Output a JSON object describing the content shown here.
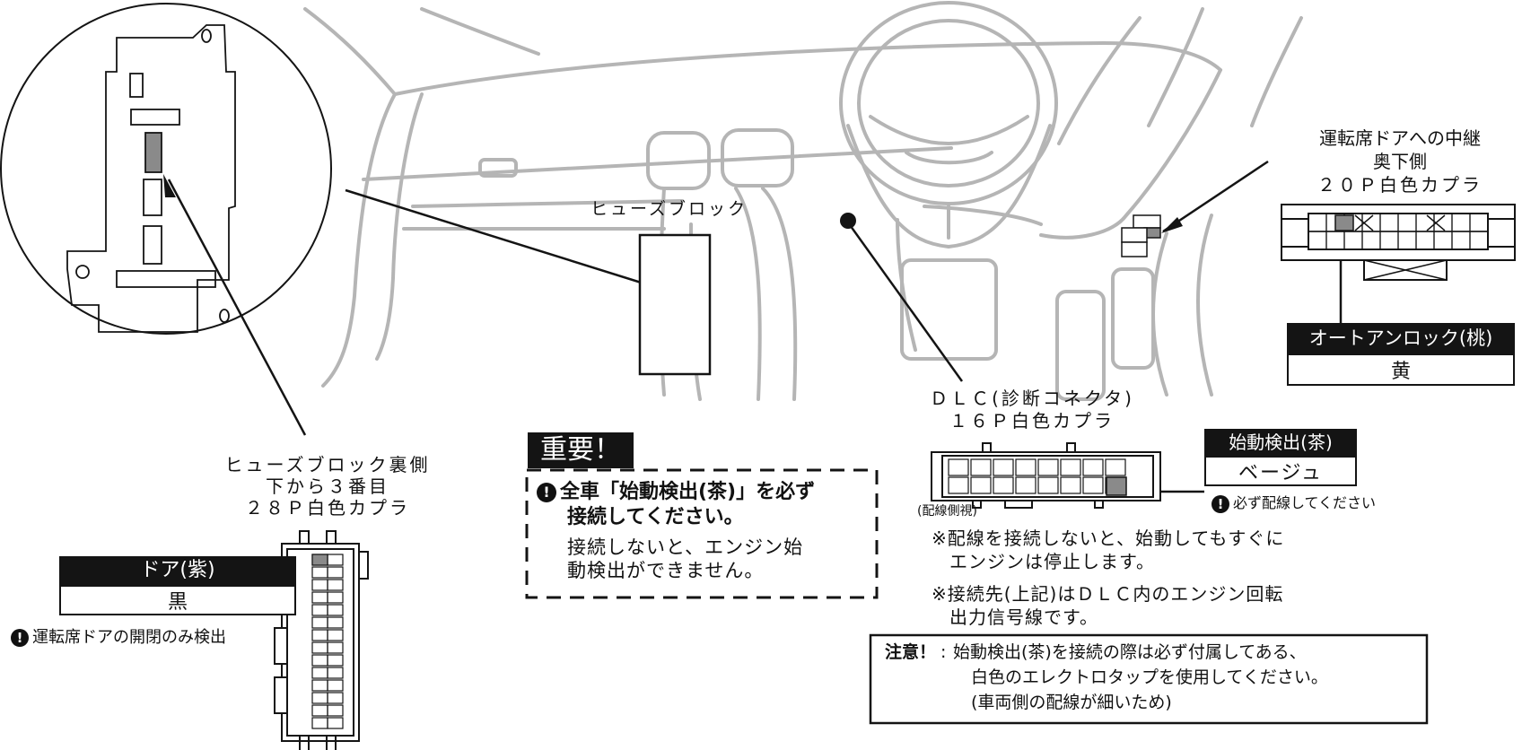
{
  "fuse_block_label": "ヒューズブロック",
  "fuse_back": {
    "line1": "ヒューズブロック裏側",
    "line2": "下から３番目",
    "line3": "２８Ｐ白色カプラ"
  },
  "door_signal": {
    "header": "ドア(紫)",
    "value": "黒",
    "note": "運転席ドアの開閉のみ検出"
  },
  "important": {
    "title": "重要！",
    "line1": "全車「始動検出(茶)」を必ず",
    "line2": "接続してください。",
    "line3": "接続しないと、エンジン始",
    "line4": "動検出ができません。"
  },
  "dlc": {
    "line1": "ＤＬＣ(診断コネクタ)",
    "line2": "１６Ｐ白色カプラ",
    "side_note": "(配線側視)"
  },
  "start_detect": {
    "header": "始動検出(茶)",
    "value": "ベージュ",
    "note": "必ず配線してください"
  },
  "remarks": {
    "r1a": "※配線を接続しないと、始動してもすぐに",
    "r1b": "エンジンは停止します。",
    "r2a": "※接続先(上記)はＤＬＣ内のエンジン回転",
    "r2b": "出力信号線です。"
  },
  "caution": {
    "label": "注意！",
    "sep": ":",
    "line1": "始動検出(茶)を接続の際は必ず付属してある、",
    "line2": "白色のエレクトロタップを使用してください。",
    "line3": "(車両側の配線が細いため)"
  },
  "relay": {
    "line1": "運転席ドアへの中継",
    "line2": "奥下側",
    "line3": "２０Ｐ白色カプラ"
  },
  "auto_unlock": {
    "header": "オートアンロック(桃)",
    "value": "黄"
  },
  "excl_glyph": "!",
  "colors": {
    "line_gray": "#b5b5b5",
    "ink": "#141414",
    "pin_fill": "#8a8a8a"
  }
}
